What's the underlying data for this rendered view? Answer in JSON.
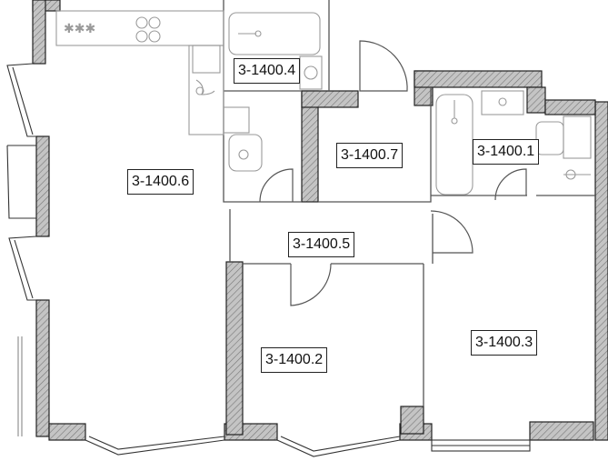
{
  "plan": {
    "rooms": [
      {
        "id": "kitchen_living",
        "label": "3-1400.6"
      },
      {
        "id": "bathroom_small",
        "label": "3-1400.4"
      },
      {
        "id": "storage",
        "label": "3-1400.7"
      },
      {
        "id": "bathroom_main",
        "label": "3-1400.1"
      },
      {
        "id": "hallway",
        "label": "3-1400.5"
      },
      {
        "id": "bedroom_left",
        "label": "3-1400.2"
      },
      {
        "id": "bedroom_right",
        "label": "3-1400.3"
      }
    ],
    "colors": {
      "wall_fill": "#bdbdbd",
      "wall_line": "#222222",
      "fixture_line": "#9a9a9a",
      "thin_line": "#555555"
    }
  }
}
